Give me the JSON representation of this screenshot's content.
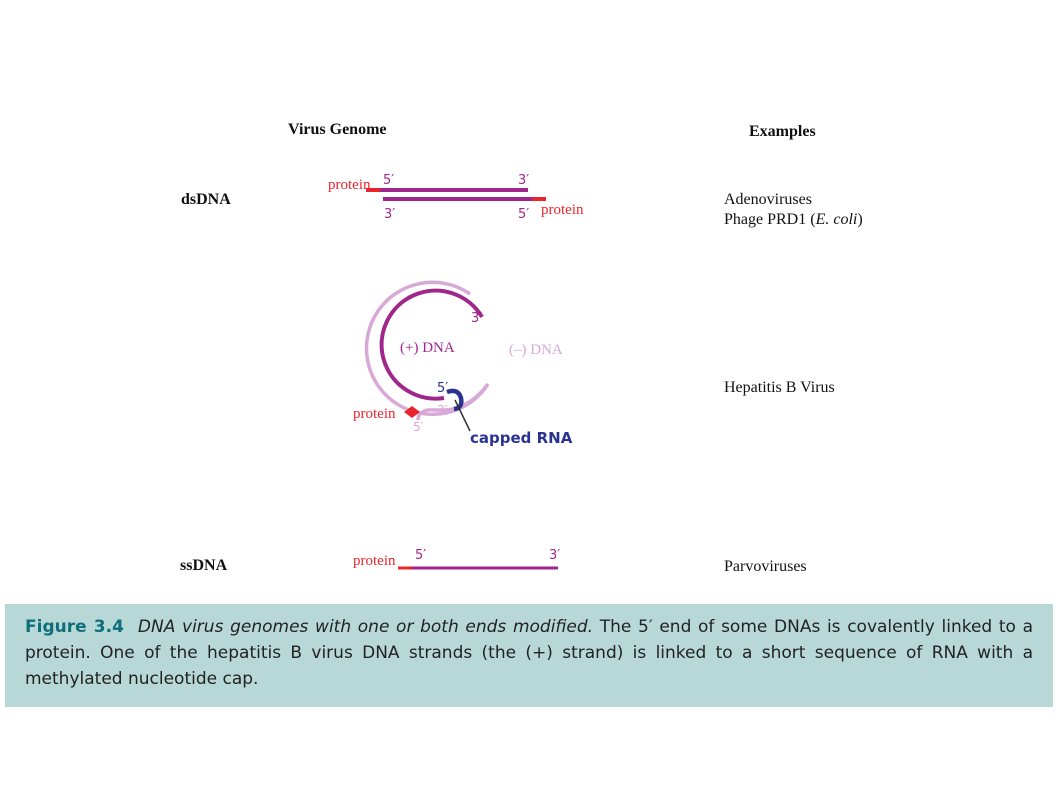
{
  "headers": {
    "genome": "Virus Genome",
    "examples": "Examples"
  },
  "rows": {
    "dsdna": {
      "label": "dsDNA",
      "examples_line1": "Adenoviruses",
      "examples_line2_prefix": "Phage PRD1 (",
      "examples_line2_italic": "E. coli",
      "examples_line2_suffix": ")"
    },
    "hepb": {
      "example": "Hepatitis B Virus"
    },
    "ssdna": {
      "label": "ssDNA",
      "example": "Parvoviruses"
    }
  },
  "diagram": {
    "protein": "protein",
    "five_prime": "5′",
    "three_prime": "3′",
    "plus_dna": "(+) DNA",
    "minus_dna": "(–) DNA",
    "capped_rna": "capped RNA"
  },
  "colors": {
    "strand": "#a0268c",
    "protein": "#e8252c",
    "minus_strand": "#d8a8d6",
    "rna": "#2a3392",
    "caption_bg": "#b8d8d8",
    "figure_number": "#0e6f7a"
  },
  "caption": {
    "figure_number": "Figure 3.4",
    "title": "DNA virus genomes with one or both ends modified.",
    "text": "The 5′ end of some DNAs is covalently linked to a protein. One of the hepatitis B virus DNA strands (the (+) strand) is linked to a short sequence of RNA with a methylated nucleotide cap."
  }
}
